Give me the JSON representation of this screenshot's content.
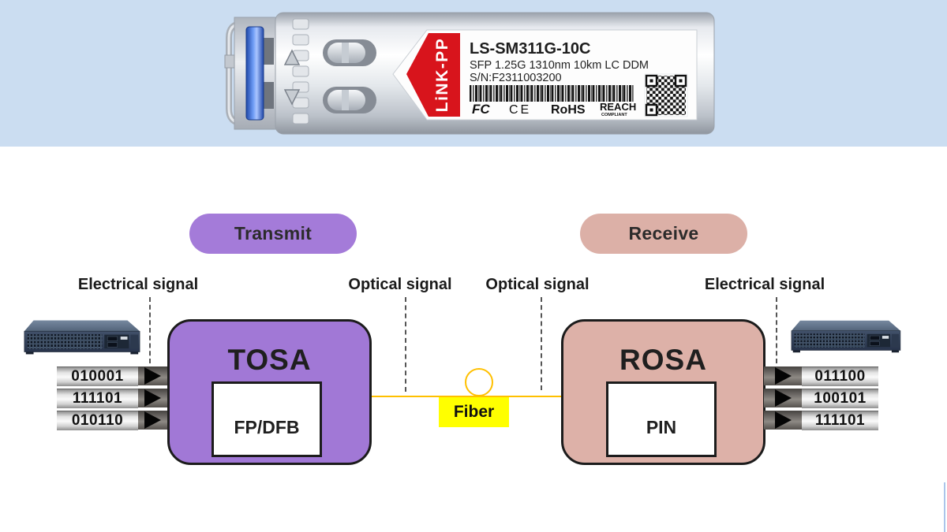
{
  "colors": {
    "top_band_blue": "#cbddf1",
    "label_red": "#d8141c",
    "latch_blue": "#3a66e0",
    "transmit_purple": "#a47bd9",
    "receive_pink": "#dcb0a7",
    "fiber_tag_yellow": "#ffff00",
    "fiber_line_orange": "#ffc000"
  },
  "sfp": {
    "brand": "LiNK-PP",
    "model": "LS-SM311G-10C",
    "spec": "SFP 1.25G 1310nm 10km LC DDM",
    "serial": "S/N:F2311003200",
    "certs": {
      "fcc": "FC",
      "ce": "CE",
      "rohs": "RoHS",
      "reach": "REACH",
      "reach_sub": "COMPLIANT"
    }
  },
  "diagram": {
    "transmit": "Transmit",
    "receive": "Receive",
    "labels": {
      "electrical_left": "Electrical signal",
      "optical_left": "Optical signal",
      "optical_right": "Optical signal",
      "electrical_right": "Electrical signal"
    },
    "tosa": {
      "title": "TOSA",
      "component": "FP/DFB"
    },
    "rosa": {
      "title": "ROSA",
      "component": "PIN"
    },
    "fiber": "Fiber",
    "tx_bits": [
      "010001",
      "111101",
      "010110"
    ],
    "rx_bits": [
      "011100",
      "100101",
      "111101"
    ]
  }
}
